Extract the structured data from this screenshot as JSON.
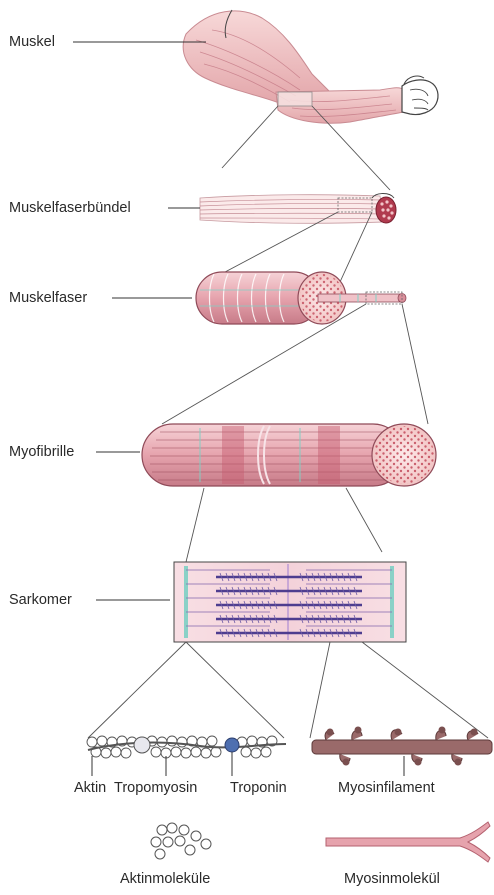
{
  "labels": {
    "muscle": "Muskel",
    "fiber_bundle": "Muskelfaserbündel",
    "fiber": "Muskelfaser",
    "myofibril": "Myofibrille",
    "sarcomere": "Sarkomer",
    "actin": "Aktin",
    "tropomyosin": "Tropomyosin",
    "troponin": "Troponin",
    "myosin_filament": "Myosinfilament",
    "actin_molecules": "Aktinmoleküle",
    "myosin_molecule": "Myosinmolekül"
  },
  "colors": {
    "skin": "#f3c9c9",
    "muscle_pink": "#e9a9b0",
    "muscle_dark": "#b85d6c",
    "myosin_purple": "#6c5aa6",
    "actin_bead": "#ffffff",
    "myosin_brown": "#8b5a5a",
    "teal": "#7fd0c4",
    "line": "#333333"
  }
}
